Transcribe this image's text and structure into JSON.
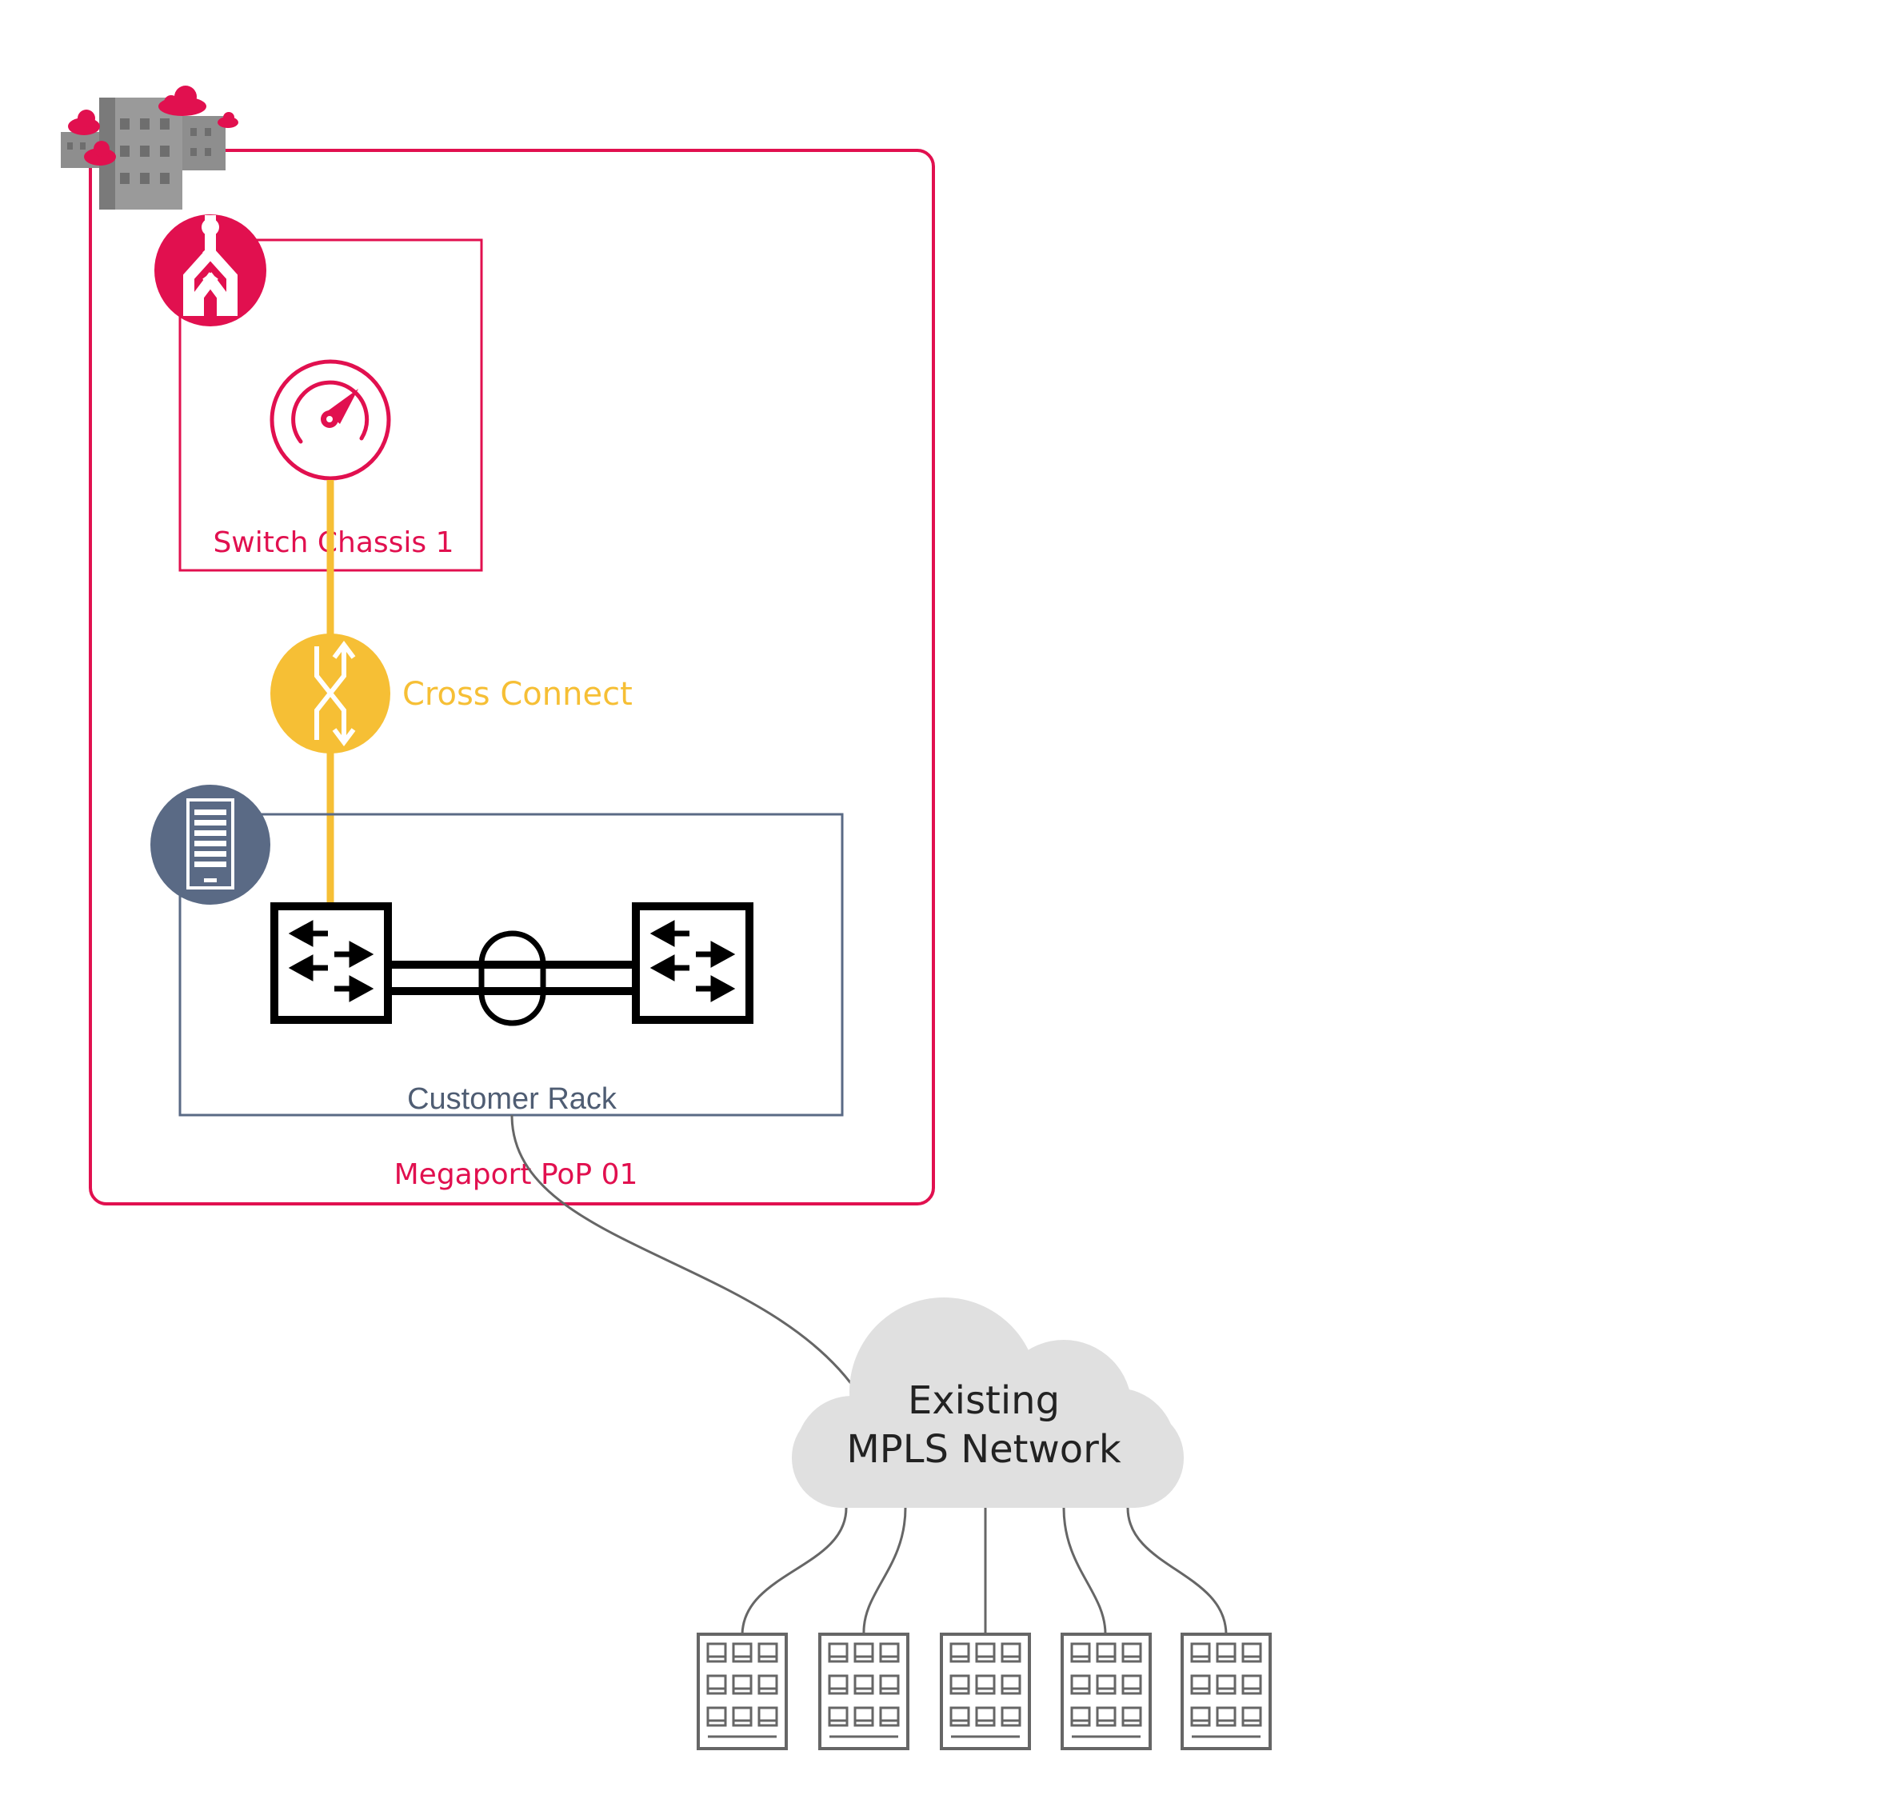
{
  "labels": {
    "pop": "Megaport PoP 01",
    "switch_chassis": "Switch Chassis 1",
    "cross_connect": "Cross Connect",
    "customer_rack": "Customer Rack",
    "mpls_line1": "Existing",
    "mpls_line2": "MPLS Network"
  },
  "colors": {
    "megaport_red": "#e1104f",
    "cross_connect_yellow": "#f6bf35",
    "rack_slate": "#5a6a85",
    "cloud_grey": "#e0e0e0",
    "line_grey": "#666666"
  },
  "icons": [
    "datacenter-cloud-icon",
    "megaport-logo-icon",
    "port-speed-icon",
    "cross-connect-icon",
    "rack-icon",
    "switch-icon",
    "lag-icon",
    "office-building-icon"
  ],
  "branch_sites": 5
}
